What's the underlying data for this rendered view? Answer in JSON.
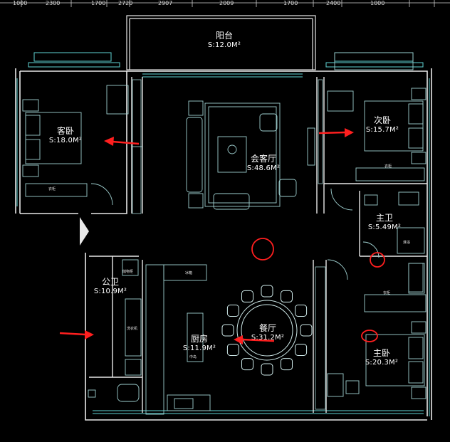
{
  "dimensions_top": [
    "1000",
    "2300",
    "1700",
    "2720",
    "2907",
    "2009",
    "1700",
    "2400",
    "1000"
  ],
  "rooms": {
    "balcony": {
      "name": "阳台",
      "area": "S:12.0M²"
    },
    "guest_bed": {
      "name": "客卧",
      "area": "S:18.0M²"
    },
    "living": {
      "name": "会客厅",
      "area": "S:48.6M²"
    },
    "second_bed": {
      "name": "次卧",
      "area": "S:15.7M²"
    },
    "master_bath": {
      "name": "主卫",
      "area": "S:5.49M²"
    },
    "public_bath": {
      "name": "公卫",
      "area": "S:10.9M²"
    },
    "kitchen": {
      "name": "厨房",
      "area": "S:11.9M²"
    },
    "dining": {
      "name": "餐厅",
      "area": "S:31.2M²"
    },
    "master_bed": {
      "name": "主卧",
      "area": "S:20.3M²"
    }
  },
  "small_labels": {
    "wardrobe": "衣柜",
    "fridge": "冰箱",
    "shower": "淋浴",
    "washbasin": "洗衣机",
    "cabinet": "储物柜",
    "counter": "中岛"
  },
  "annotation_color": "#ff1f1f",
  "wall_color": "#e8e8e8",
  "fixture_color": "#5fd3d3"
}
